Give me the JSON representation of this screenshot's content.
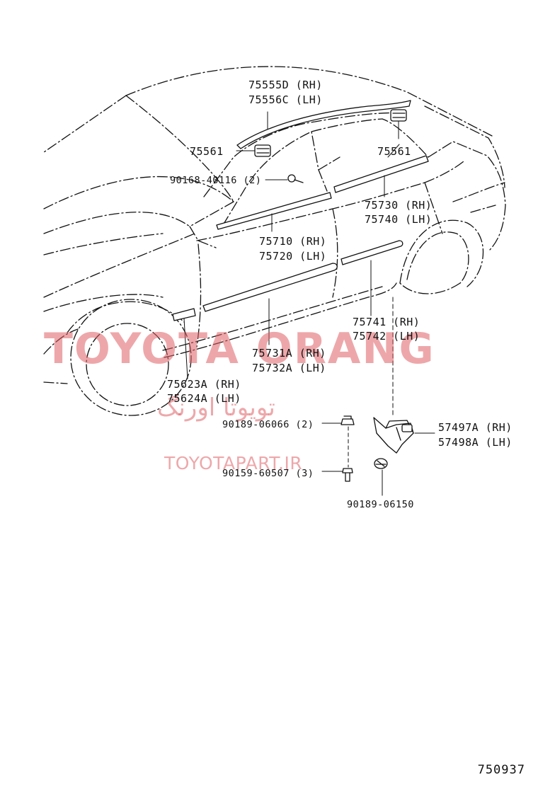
{
  "diagram": {
    "parts": {
      "roof_molding": [
        "75555D (RH)",
        "75556C (LH)"
      ],
      "clip_front": "75561",
      "clip_rear": "75561",
      "screw_front": "90168-40116 (2)",
      "front_belt_molding": [
        "75710 (RH)",
        "75720 (LH)"
      ],
      "rear_belt_molding": [
        "75730 (RH)",
        "75740 (LH)"
      ],
      "rear_door_molding": [
        "75741 (RH)",
        "75742 (LH)"
      ],
      "front_door_molding": [
        "75731A (RH)",
        "75732A (LH)"
      ],
      "fender_molding": [
        "75623A (RH)",
        "75624A (LH)"
      ],
      "mudguard": [
        "57497A (RH)",
        "57498A (LH)"
      ],
      "nut": "90189-06066 (2)",
      "bolt": "90159-60507 (3)",
      "bottom_nut": "90189-06150"
    },
    "diagram_code": "750937"
  },
  "watermark": {
    "brand": "TOYOTA ORANG",
    "brand_fa": "تویوتا اورنگ",
    "url": "TOYOTAPART.IR"
  }
}
